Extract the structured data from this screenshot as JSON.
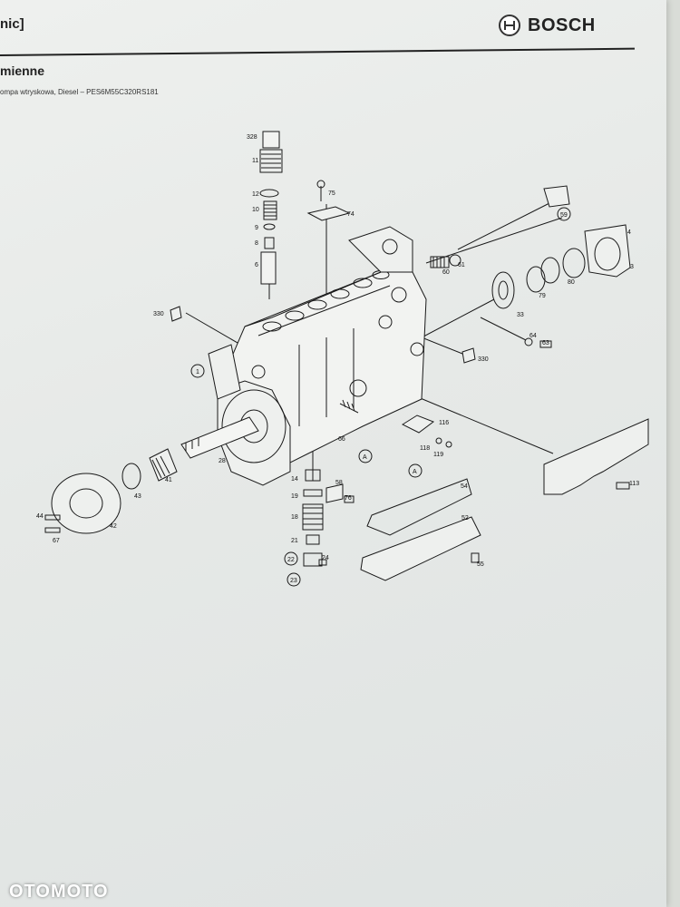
{
  "header": {
    "label": "nic]",
    "brand": "BOSCH",
    "brand_logo": "bosch-armature-logo"
  },
  "section": {
    "title": "mienne",
    "subtitle": "ompa wtryskowa, Diesel – PES6M55C320RS181"
  },
  "labels": {
    "p328": "328",
    "p11": "11",
    "p12": "12",
    "p10": "10",
    "p9": "9",
    "p8": "8",
    "p6": "6",
    "p75": "75",
    "p74": "74",
    "p59": "59",
    "p4": "4",
    "p3": "3",
    "p80": "80",
    "p79": "79",
    "p60": "60",
    "p61": "61",
    "p33": "33",
    "p330a": "330",
    "p330b": "330",
    "p64": "64",
    "p63": "63",
    "p1": "1",
    "p116": "116",
    "p118": "118",
    "p119": "119",
    "p66": "66",
    "pA1": "A",
    "p28": "28",
    "p41": "41",
    "p43": "43",
    "p42": "42",
    "p44": "44",
    "p67": "67",
    "p14": "14",
    "p58": "58",
    "p19": "19",
    "p76": "76",
    "p18": "18",
    "p21": "21",
    "p22": "22",
    "p24": "24",
    "p23": "23",
    "pA2": "A",
    "p54": "54",
    "p52": "52",
    "p55": "55",
    "p113": "113"
  },
  "watermark": "OTOMOTO",
  "colors": {
    "ink": "#111111",
    "paper": "#eef0ee",
    "background": "#d9dcd7"
  }
}
